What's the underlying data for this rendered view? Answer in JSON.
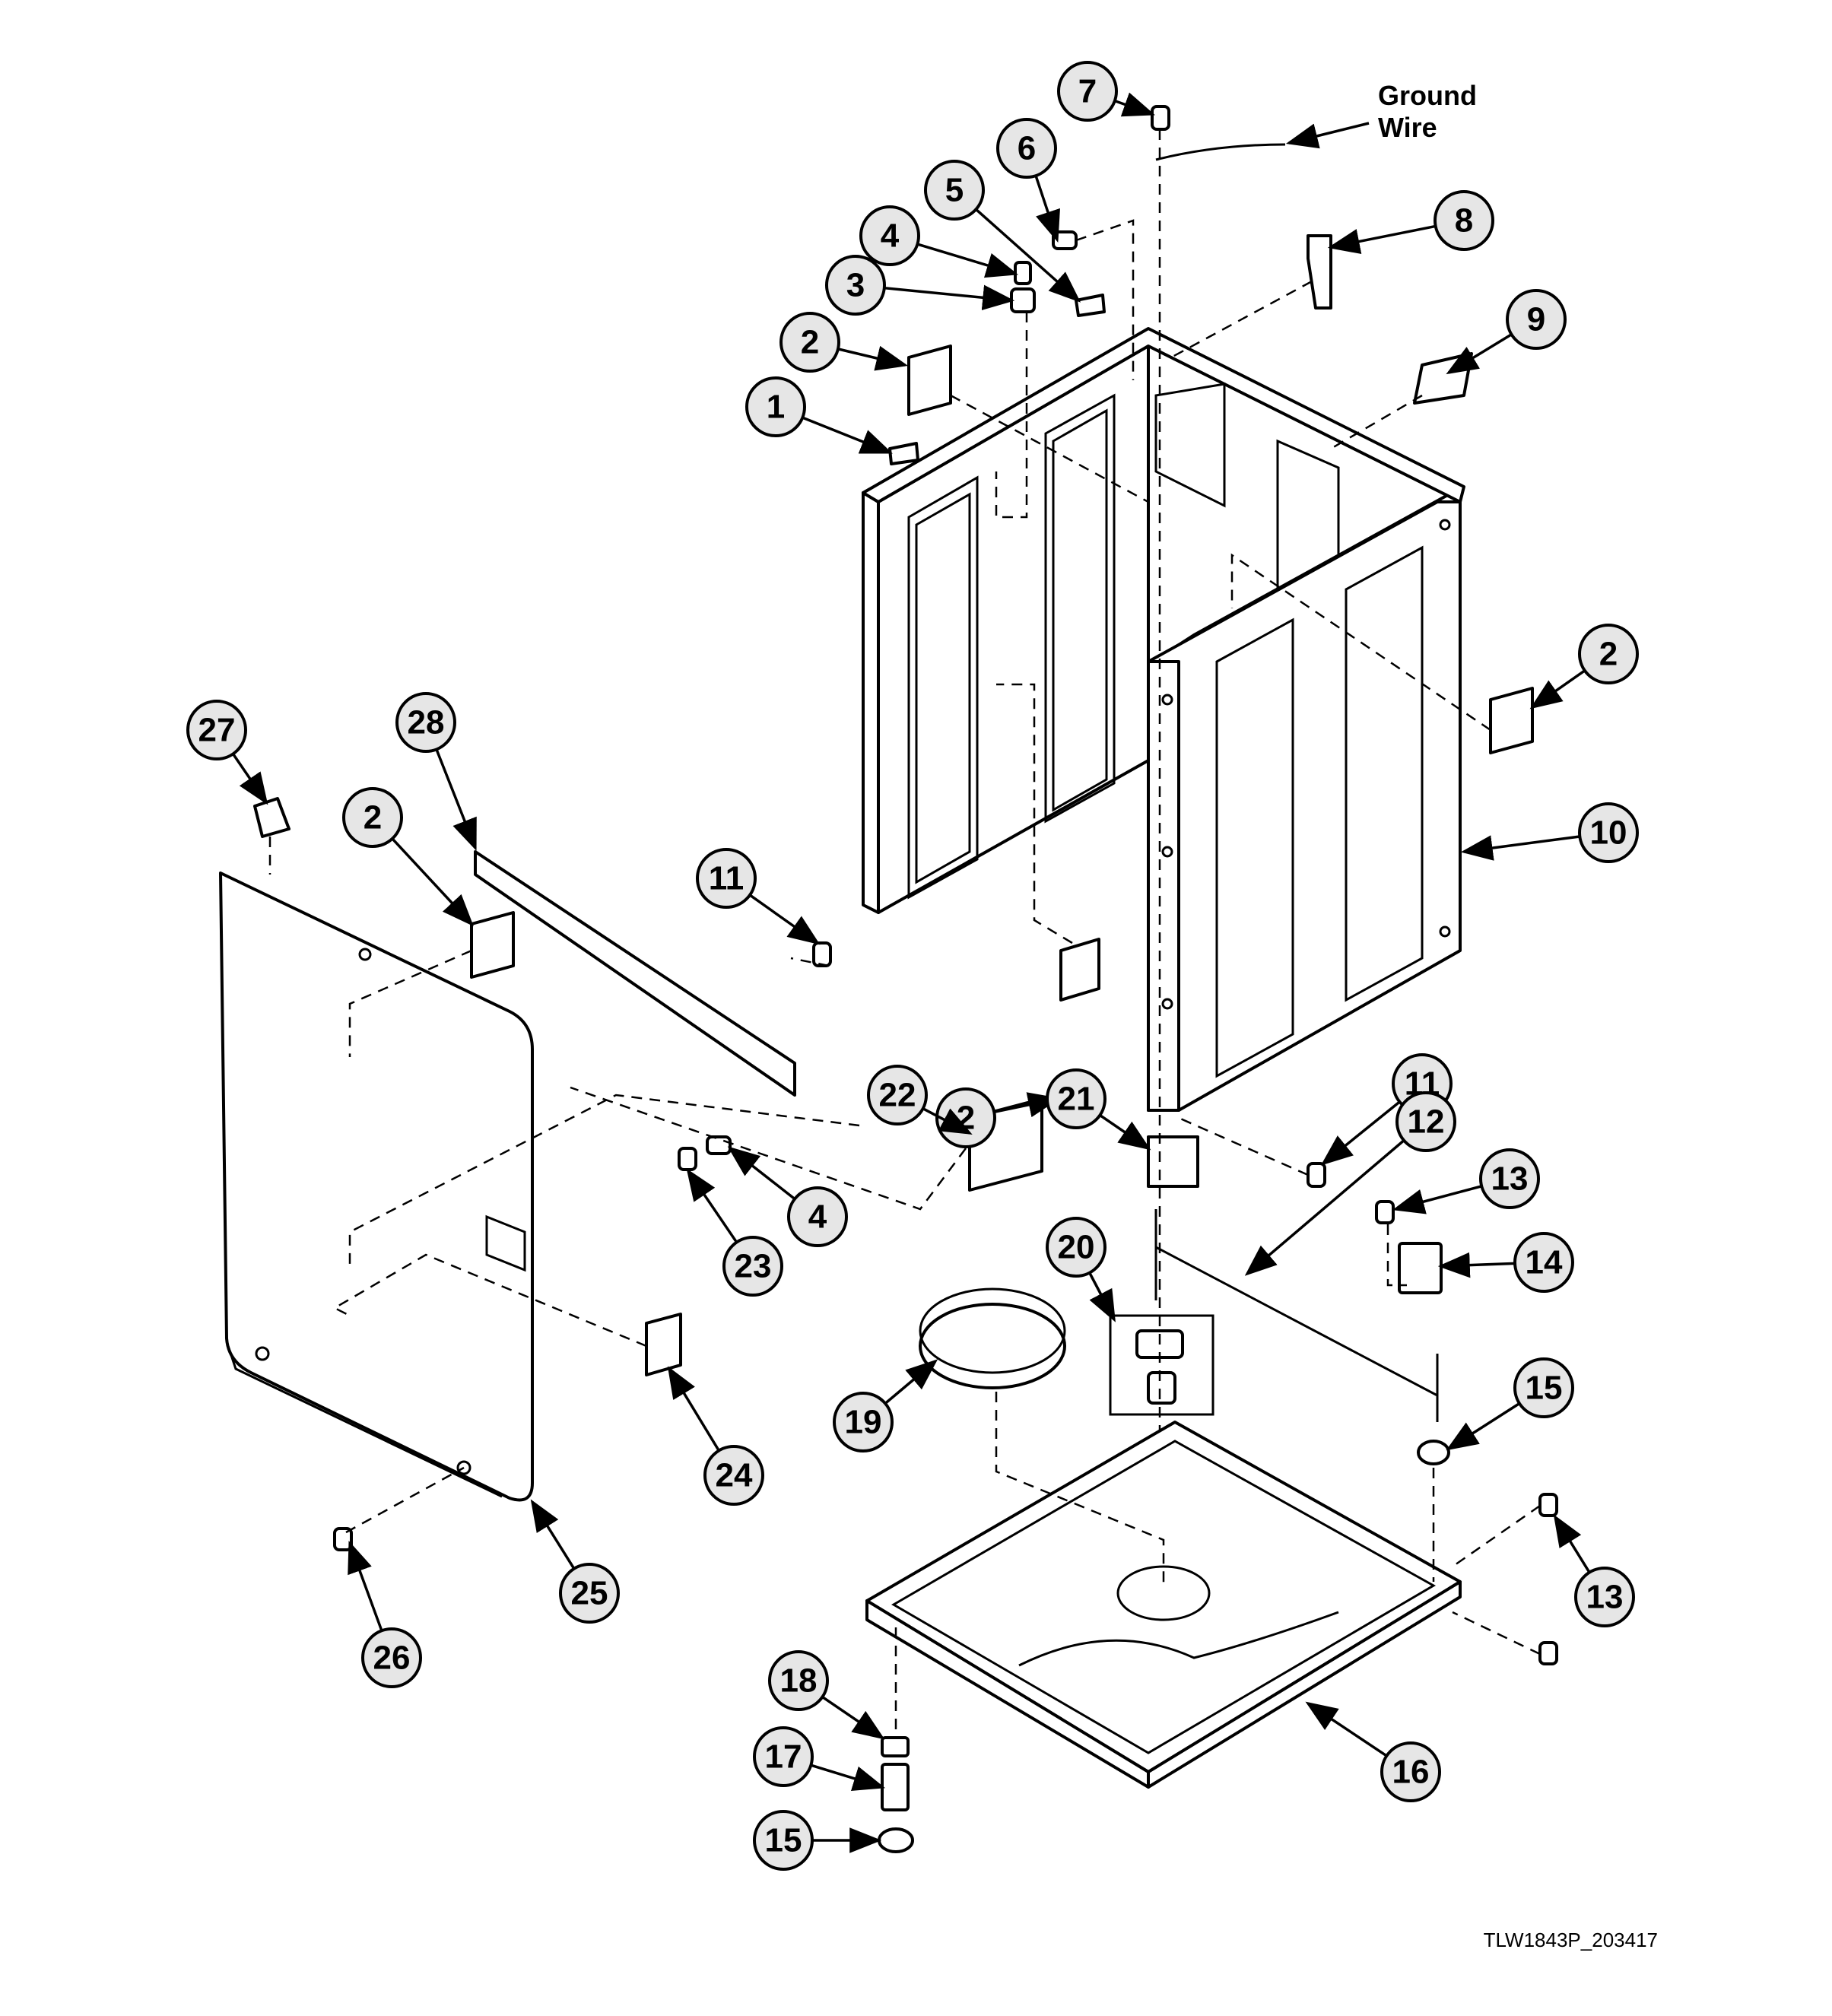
{
  "diagram": {
    "ground_wire_label": [
      "Ground",
      "Wire"
    ],
    "code": "TLW1843P_203417",
    "callouts": [
      "1",
      "2",
      "3",
      "4",
      "5",
      "6",
      "7",
      "8",
      "9",
      "2",
      "10",
      "27",
      "28",
      "2",
      "11",
      "2",
      "11",
      "12",
      "21",
      "22",
      "4",
      "23",
      "13",
      "14",
      "20",
      "15",
      "19",
      "24",
      "13",
      "25",
      "26",
      "18",
      "17",
      "16",
      "15"
    ]
  }
}
